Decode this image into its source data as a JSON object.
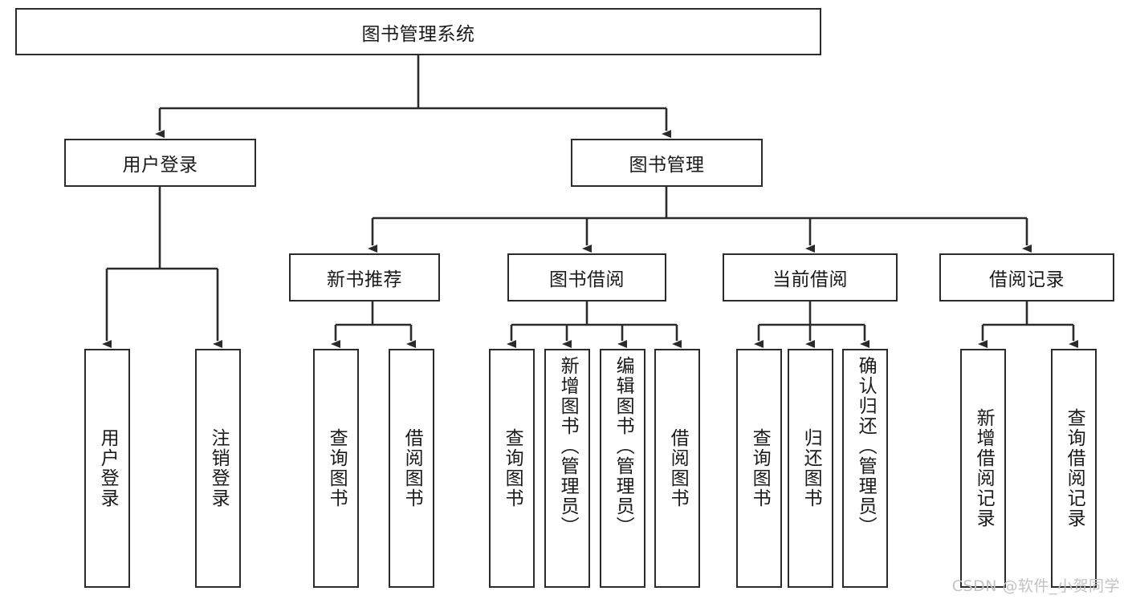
{
  "diagram": {
    "title": "图书管理系统",
    "type": "hierarchy-tree",
    "root": {
      "id": "root",
      "label": "图书管理系统",
      "orientation": "horizontal"
    },
    "level2": [
      {
        "id": "user-login",
        "label": "用户登录",
        "orientation": "horizontal"
      },
      {
        "id": "book-manage",
        "label": "图书管理",
        "orientation": "horizontal"
      }
    ],
    "level3": [
      {
        "id": "new-book-recommend",
        "label": "新书推荐",
        "orientation": "horizontal",
        "parent": "book-manage"
      },
      {
        "id": "book-borrow",
        "label": "图书借阅",
        "orientation": "horizontal",
        "parent": "book-manage"
      },
      {
        "id": "current-borrow",
        "label": "当前借阅",
        "orientation": "horizontal",
        "parent": "book-manage"
      },
      {
        "id": "borrow-record",
        "label": "借阅记录",
        "orientation": "horizontal",
        "parent": "book-manage"
      }
    ],
    "leaves": [
      {
        "id": "leaf-user-login",
        "label": "用户登录",
        "parent": "user-login",
        "align": "center"
      },
      {
        "id": "leaf-user-logout",
        "label": "注销登录",
        "parent": "user-login",
        "align": "center"
      },
      {
        "id": "leaf-query-book-1",
        "label": "查询图书",
        "parent": "new-book-recommend",
        "align": "center"
      },
      {
        "id": "leaf-borrow-book-1",
        "label": "借阅图书",
        "parent": "new-book-recommend",
        "align": "center"
      },
      {
        "id": "leaf-query-book-2",
        "label": "查询图书",
        "parent": "book-borrow",
        "align": "center"
      },
      {
        "id": "leaf-add-book",
        "label": "新增图书（管理员）",
        "parent": "book-borrow",
        "align": "top"
      },
      {
        "id": "leaf-edit-book",
        "label": "编辑图书（管理员）",
        "parent": "book-borrow",
        "align": "top"
      },
      {
        "id": "leaf-borrow-book-2",
        "label": "借阅图书",
        "parent": "book-borrow",
        "align": "center"
      },
      {
        "id": "leaf-query-book-3",
        "label": "查询图书",
        "parent": "current-borrow",
        "align": "center"
      },
      {
        "id": "leaf-return-book",
        "label": "归还图书",
        "parent": "current-borrow",
        "align": "center"
      },
      {
        "id": "leaf-confirm-return",
        "label": "确认归还（管理员）",
        "parent": "current-borrow",
        "align": "top"
      },
      {
        "id": "leaf-add-record",
        "label": "新增借阅记录",
        "parent": "borrow-record",
        "align": "center"
      },
      {
        "id": "leaf-query-record",
        "label": "查询借阅记录",
        "parent": "borrow-record",
        "align": "center"
      }
    ],
    "colors": {
      "stroke": "#2b2b2b",
      "fill": "#ffffff",
      "text": "#1a1a1a",
      "watermark": "#c3c3c3"
    }
  },
  "watermark": {
    "text": "CSDN @软件_小贺同学"
  }
}
